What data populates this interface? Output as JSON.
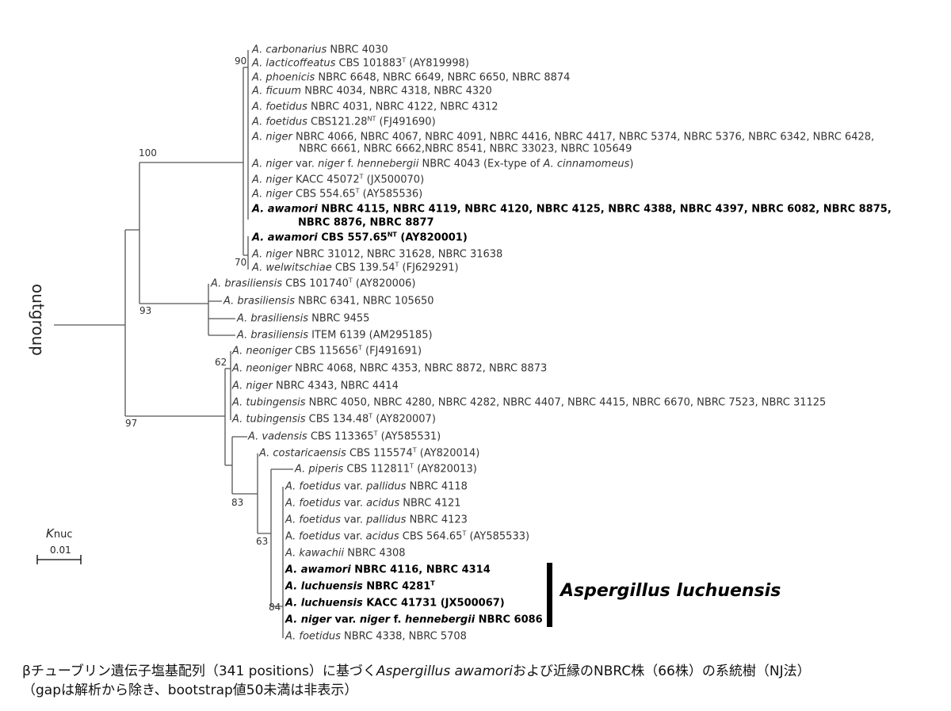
{
  "leaves": [
    {
      "bold": false,
      "seg": [
        {
          "t": "A. carbonarius",
          "i": true
        },
        {
          "t": " NBRC 4030"
        }
      ]
    },
    {
      "bold": false,
      "seg": [
        {
          "t": "A. lacticoffeatus",
          "i": true
        },
        {
          "t": " CBS 101883"
        },
        {
          "t": "T",
          "sup": true
        },
        {
          "t": " (AY819998)"
        }
      ]
    },
    {
      "bold": false,
      "seg": [
        {
          "t": "A. phoenicis",
          "i": true
        },
        {
          "t": " NBRC 6648, NBRC 6649, NBRC 6650, NBRC 8874"
        }
      ]
    },
    {
      "bold": false,
      "seg": [
        {
          "t": "A. ficuum",
          "i": true
        },
        {
          "t": " NBRC 4034, NBRC 4318, NBRC 4320"
        }
      ]
    },
    {
      "bold": false,
      "seg": [
        {
          "t": "A. foetidus",
          "i": true
        },
        {
          "t": " NBRC 4031, NBRC 4122, NBRC 4312"
        }
      ]
    },
    {
      "bold": false,
      "seg": [
        {
          "t": "A. foetidus",
          "i": true
        },
        {
          "t": " CBS121.28"
        },
        {
          "t": "NT",
          "sup": true
        },
        {
          "t": " (FJ491690)"
        }
      ]
    },
    {
      "bold": false,
      "seg": [
        {
          "t": "A. niger",
          "i": true
        },
        {
          "t": " NBRC 4066, NBRC 4067, NBRC 4091, NBRC 4416, NBRC 4417, NBRC 5374, NBRC 5376, NBRC 6342, NBRC 6428,"
        }
      ],
      "cont": "NBRC 6661, NBRC 6662,NBRC 8541, NBRC 33023, NBRC 105649"
    },
    {
      "bold": false,
      "seg": [
        {
          "t": "A. niger",
          "i": true
        },
        {
          "t": " var. "
        },
        {
          "t": "niger",
          "i": true
        },
        {
          "t": " f. "
        },
        {
          "t": "hennebergii",
          "i": true
        },
        {
          "t": " NBRC 4043 (Ex-type of "
        },
        {
          "t": "A. cinnamomeus",
          "i": true
        },
        {
          "t": ")"
        }
      ]
    },
    {
      "bold": false,
      "seg": [
        {
          "t": "A. niger",
          "i": true
        },
        {
          "t": " KACC 45072"
        },
        {
          "t": "T",
          "sup": true
        },
        {
          "t": " (JX500070)"
        }
      ]
    },
    {
      "bold": false,
      "seg": [
        {
          "t": "A. niger",
          "i": true
        },
        {
          "t": " CBS 554.65"
        },
        {
          "t": "T",
          "sup": true
        },
        {
          "t": " (AY585536)"
        }
      ]
    },
    {
      "bold": true,
      "seg": [
        {
          "t": "A. awamori",
          "i": true
        },
        {
          "t": " NBRC 4115, NBRC 4119, NBRC 4120, NBRC 4125, NBRC 4388, NBRC 4397, NBRC 6082, NBRC 8875,"
        }
      ],
      "cont": "NBRC 8876, NBRC 8877"
    },
    {
      "bold": true,
      "seg": [
        {
          "t": "A. awamori",
          "i": true
        },
        {
          "t": " CBS 557.65"
        },
        {
          "t": "NT",
          "sup": true
        },
        {
          "t": " (AY820001)"
        }
      ]
    },
    {
      "bold": false,
      "seg": [
        {
          "t": "A. niger",
          "i": true
        },
        {
          "t": " NBRC 31012, NBRC 31628, NBRC 31638"
        }
      ]
    },
    {
      "bold": false,
      "seg": [
        {
          "t": "A. welwitschiae",
          "i": true
        },
        {
          "t": " CBS 139.54"
        },
        {
          "t": "T",
          "sup": true
        },
        {
          "t": " (FJ629291)"
        }
      ]
    },
    {
      "bold": false,
      "seg": [
        {
          "t": "A. brasiliensis",
          "i": true
        },
        {
          "t": " CBS 101740"
        },
        {
          "t": "T",
          "sup": true
        },
        {
          "t": " (AY820006)"
        }
      ]
    },
    {
      "bold": false,
      "seg": [
        {
          "t": "A. brasiliensis",
          "i": true
        },
        {
          "t": " NBRC 6341, NBRC 105650"
        }
      ]
    },
    {
      "bold": false,
      "seg": [
        {
          "t": "A. brasiliensis",
          "i": true
        },
        {
          "t": " NBRC 9455"
        }
      ]
    },
    {
      "bold": false,
      "seg": [
        {
          "t": "A. brasiliensis",
          "i": true
        },
        {
          "t": " ITEM 6139 (AM295185)"
        }
      ]
    },
    {
      "bold": false,
      "seg": [
        {
          "t": "A. neoniger",
          "i": true
        },
        {
          "t": " CBS 115656"
        },
        {
          "t": "T",
          "sup": true
        },
        {
          "t": " (FJ491691)"
        }
      ]
    },
    {
      "bold": false,
      "seg": [
        {
          "t": "A. neoniger",
          "i": true
        },
        {
          "t": " NBRC 4068, NBRC 4353, NBRC 8872, NBRC 8873"
        }
      ]
    },
    {
      "bold": false,
      "seg": [
        {
          "t": "A. niger",
          "i": true
        },
        {
          "t": " NBRC 4343, NBRC 4414"
        }
      ]
    },
    {
      "bold": false,
      "seg": [
        {
          "t": "A. tubingensis",
          "i": true
        },
        {
          "t": " NBRC 4050, NBRC 4280, NBRC 4282, NBRC 4407, NBRC 4415, NBRC 6670, NBRC 7523, NBRC 31125"
        }
      ]
    },
    {
      "bold": false,
      "seg": [
        {
          "t": "A. tubingensis",
          "i": true
        },
        {
          "t": " CBS 134.48"
        },
        {
          "t": "T",
          "sup": true
        },
        {
          "t": " (AY820007)"
        }
      ]
    },
    {
      "bold": false,
      "seg": [
        {
          "t": "A. vadensis",
          "i": true
        },
        {
          "t": " CBS 113365"
        },
        {
          "t": "T",
          "sup": true
        },
        {
          "t": " (AY585531)"
        }
      ]
    },
    {
      "bold": false,
      "seg": [
        {
          "t": "A. costaricaensis",
          "i": true
        },
        {
          "t": " CBS 115574"
        },
        {
          "t": "T",
          "sup": true
        },
        {
          "t": " (AY820014)"
        }
      ]
    },
    {
      "bold": false,
      "seg": [
        {
          "t": "A. piperis",
          "i": true
        },
        {
          "t": " CBS 112811"
        },
        {
          "t": "T",
          "sup": true
        },
        {
          "t": " (AY820013)"
        }
      ]
    },
    {
      "bold": false,
      "seg": [
        {
          "t": "A. foetidus",
          "i": true
        },
        {
          "t": " var. "
        },
        {
          "t": "pallidus",
          "i": true
        },
        {
          "t": " NBRC 4118"
        }
      ]
    },
    {
      "bold": false,
      "seg": [
        {
          "t": "A. foetidus",
          "i": true
        },
        {
          "t": " var. "
        },
        {
          "t": "acidus",
          "i": true
        },
        {
          "t": " NBRC 4121"
        }
      ]
    },
    {
      "bold": false,
      "seg": [
        {
          "t": "A. foetidus",
          "i": true
        },
        {
          "t": " var. "
        },
        {
          "t": "pallidus",
          "i": true
        },
        {
          "t": " NBRC 4123"
        }
      ]
    },
    {
      "bold": false,
      "seg": [
        {
          "t": "A. "
        },
        {
          "t": "foetidus",
          "i": true
        },
        {
          "t": " var. "
        },
        {
          "t": "acidus",
          "i": true
        },
        {
          "t": " CBS 564.65"
        },
        {
          "t": "T",
          "sup": true
        },
        {
          "t": " (AY585533)"
        }
      ]
    },
    {
      "bold": false,
      "seg": [
        {
          "t": "A. kawachii",
          "i": true
        },
        {
          "t": " NBRC 4308"
        }
      ]
    },
    {
      "bold": true,
      "seg": [
        {
          "t": "A. awamori",
          "i": true
        },
        {
          "t": " NBRC 4116, NBRC 4314"
        }
      ]
    },
    {
      "bold": true,
      "seg": [
        {
          "t": "A. luchuensis",
          "i": true
        },
        {
          "t": " NBRC 4281"
        },
        {
          "t": "T",
          "sup": true
        }
      ]
    },
    {
      "bold": true,
      "seg": [
        {
          "t": "A. luchuensis",
          "i": true
        },
        {
          "t": " KACC 41731 (JX500067)"
        }
      ]
    },
    {
      "bold": true,
      "seg": [
        {
          "t": "A. niger",
          "i": true
        },
        {
          "t": " var. "
        },
        {
          "t": "niger",
          "i": true
        },
        {
          "t": " f. "
        },
        {
          "t": "hennebergii",
          "i": true
        },
        {
          "t": " NBRC 6086"
        }
      ]
    },
    {
      "bold": false,
      "seg": [
        {
          "t": "A. foetidus",
          "i": true
        },
        {
          "t": " NBRC 4338, NBRC 5708"
        }
      ]
    }
  ],
  "bootstrap": [
    "90",
    "70",
    "100",
    "93",
    "97",
    "62",
    "83",
    "63",
    "84"
  ],
  "outgroup_label": "outgroup",
  "scale": {
    "symbol": "K",
    "subscript": "nuc",
    "value": "0.01"
  },
  "clade_label": "Aspergillus luchuensis",
  "caption": {
    "line1_a": "βチューブリン遺伝子塩基配列（341 positions）に基づく",
    "line1_italic": "Aspergillus awamori",
    "line1_b": "および近縁のNBRC株（66株）の系統樹（NJ法）",
    "line2": "（gapは解析から除き、bootstrap値50未満は非表示）"
  }
}
